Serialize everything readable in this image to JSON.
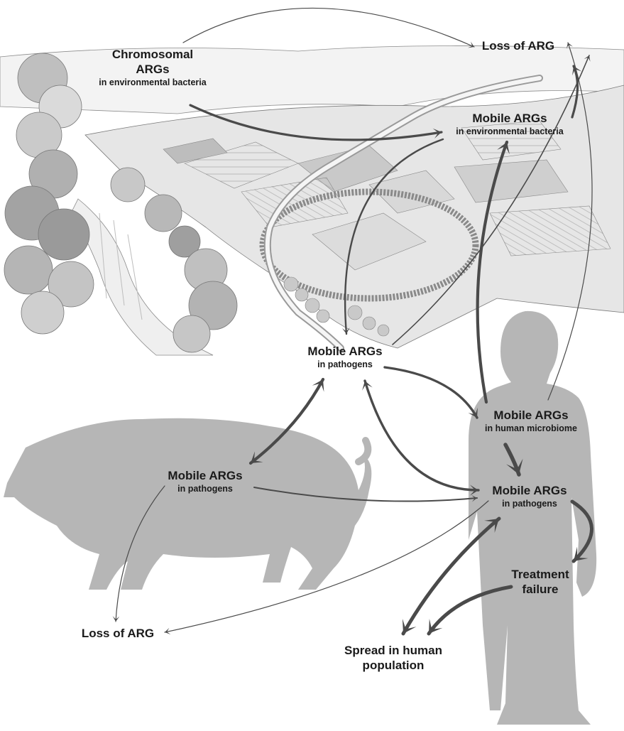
{
  "nodes": {
    "chromosomal_env": {
      "title_line1": "Chromosomal",
      "title_line2": "ARGs",
      "subtitle": "in environmental bacteria"
    },
    "loss_top": {
      "title": "Loss of ARG"
    },
    "mobile_env": {
      "title": "Mobile ARGs",
      "subtitle": "in environmental bacteria"
    },
    "mobile_pathogens_center": {
      "title": "Mobile ARGs",
      "subtitle": "in pathogens"
    },
    "mobile_human_microbiome": {
      "title": "Mobile ARGs",
      "subtitle": "in human microbiome"
    },
    "mobile_pathogens_animal": {
      "title": "Mobile ARGs",
      "subtitle": "in pathogens"
    },
    "mobile_pathogens_human": {
      "title": "Mobile ARGs",
      "subtitle": "in pathogens"
    },
    "treatment_failure": {
      "title_line1": "Treatment",
      "title_line2": "failure"
    },
    "loss_bottom": {
      "title": "Loss of ARG"
    },
    "spread_human": {
      "title_line1": "Spread in human",
      "title_line2": "population"
    }
  },
  "illustrations": {
    "landscape": "landscape-illustration",
    "pig": "pig-silhouette",
    "human": "human-silhouette"
  },
  "colors": {
    "background": "#ffffff",
    "silhouette": "#b6b6b6",
    "arrow": "#4a4a4a",
    "text": "#1a1a1a"
  }
}
